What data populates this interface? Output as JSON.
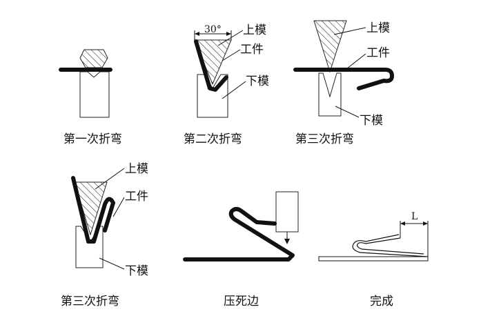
{
  "labels": {
    "upper_die": "上模",
    "workpiece": "工件",
    "lower_die": "下模",
    "angle": "30°",
    "length": "L"
  },
  "captions": {
    "step1": "第一次折弯",
    "step2": "第二次折弯",
    "step3": "第三次折弯",
    "step4": "第三次折弯",
    "step5": "压死边",
    "step6": "完成"
  }
}
